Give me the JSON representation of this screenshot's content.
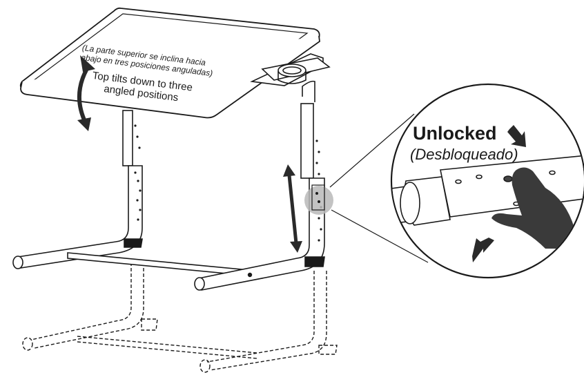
{
  "tilt_note": {
    "spanish_line1": "(La parte superior se inclina hacia",
    "spanish_line2": "abajo en tres posiciones anguladas)",
    "english_line1": "Top tilts down to three",
    "english_line2": "angled positions"
  },
  "unlock_detail": {
    "title": "Unlocked",
    "subtitle": "(Desbloqueado)"
  },
  "colors": {
    "line": "#1a1a1a",
    "arrow": "#2a2a2a",
    "highlight": "#b9b9b9",
    "hand": "#3a3a3a"
  }
}
